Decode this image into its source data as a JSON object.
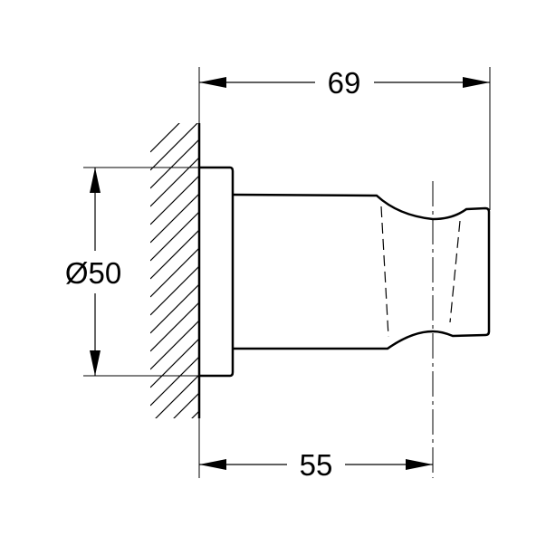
{
  "drawing": {
    "type": "technical-dimension-drawing",
    "subject": "wall-mounted shower hand holder (side view)",
    "line_color": "#000000",
    "background": "#ffffff"
  },
  "dimensions": {
    "overall_depth": {
      "label": "69",
      "unit": "mm"
    },
    "depth_to_centerline": {
      "label": "55",
      "unit": "mm"
    },
    "base_diameter": {
      "label": "Ø50",
      "unit": "mm"
    }
  }
}
